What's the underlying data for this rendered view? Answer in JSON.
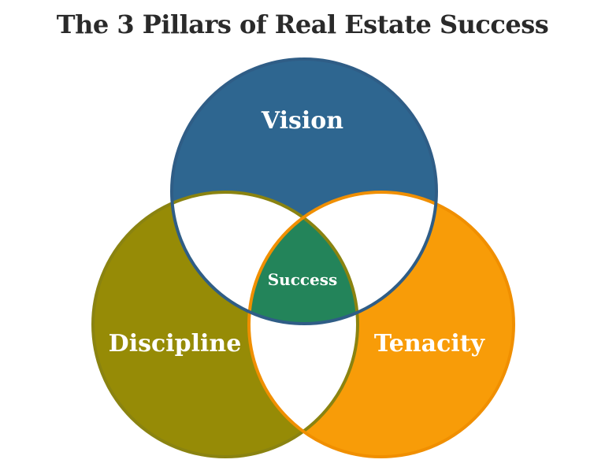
{
  "title": "The 3 Pillars of Real Estate Success",
  "circles": {
    "vision": {
      "label": "Vision",
      "fill": "#2e6690",
      "stroke": "#2f5d86"
    },
    "discipline": {
      "label": "Discipline",
      "fill": "#968b06",
      "stroke": "#8a8310"
    },
    "tenacity": {
      "label": "Tenacity",
      "fill": "#f89c08",
      "stroke": "#f08f00"
    }
  },
  "center": {
    "label": "Success",
    "fill": "#23845a"
  },
  "overlap_fill": "#ffffff"
}
